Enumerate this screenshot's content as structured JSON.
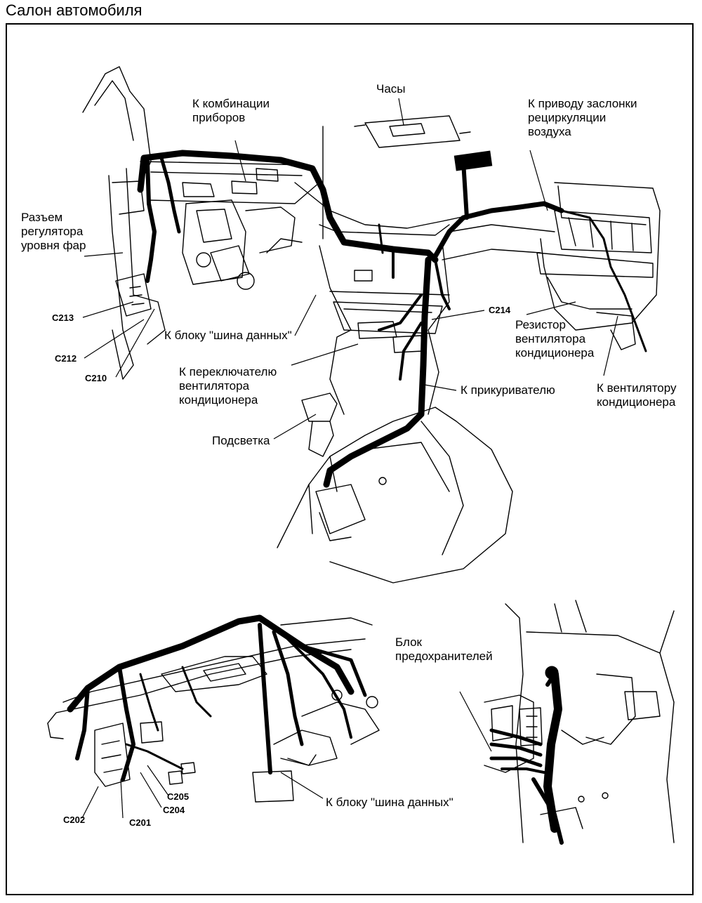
{
  "title": "Салон автомобиля",
  "labels": {
    "instrument_cluster": "К комбинации\nприборов",
    "clock": "Часы",
    "recirc_actuator": "К приводу заслонки\nрециркуляции\nвоздуха",
    "headlamp_leveling": "Разъем\nрегулятора\nуровня фар",
    "data_bus_block_top": "К блоку \"шина данных\"",
    "ac_fan_switch": "К переключателю\nвентилятора\nкондиционера",
    "backlight": "Подсветка",
    "cigarette_lighter": "К прикуривателю",
    "fan_resistor": "Резистор\nвентилятора\nкондиционера",
    "ac_fan": "К вентилятору\nкондиционера",
    "fuse_block": "Блок\nпредохранителей",
    "data_bus_block_bottom": "К блоку \"шина данных\""
  },
  "connectors": {
    "c213": "C213",
    "c212": "C212",
    "c210": "C210",
    "c214": "C214",
    "c202": "C202",
    "c201": "C201",
    "c204": "C204",
    "c205": "C205"
  }
}
